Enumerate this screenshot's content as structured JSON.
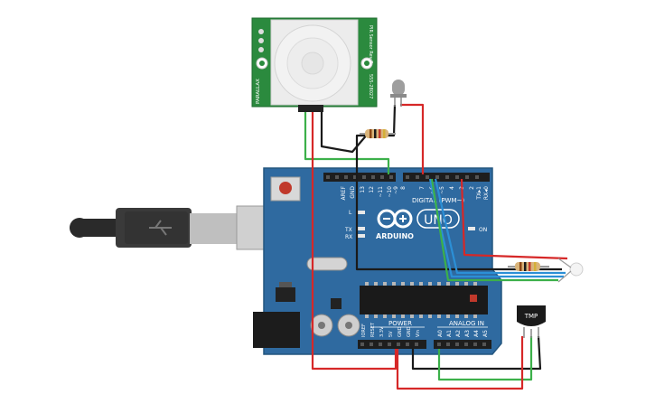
{
  "pir": {
    "brand": "PARALLAX",
    "model": "PIR Sensor Rev B",
    "part": "555-28027"
  },
  "arduino": {
    "logo": "ARDUINO",
    "model": "UNO",
    "on_label": "ON",
    "aref": "AREF",
    "gnd": "GND",
    "digital_label": "DIGITAL (PWM~)",
    "digital_pins": [
      "13",
      "12",
      "~11",
      "~10",
      "~9",
      "8",
      "7",
      "~6",
      "~5",
      "4",
      "~3",
      "2",
      "TX▸1",
      "RX◂0"
    ],
    "led_l": "L",
    "led_tx": "TX",
    "led_rx": "RX",
    "power_label": "POWER",
    "power_pins": [
      "IOREF",
      "RESET",
      "3.3V",
      "5V",
      "GND",
      "GND",
      "Vin"
    ],
    "analog_label": "ANALOG IN",
    "analog_pins": [
      "A0",
      "A1",
      "A2",
      "A3",
      "A4",
      "A5"
    ]
  },
  "tmp": {
    "label": "TMP"
  },
  "colors": {
    "board": "#2f6aa0",
    "wire_red": "#d62828",
    "wire_green": "#3cb04a",
    "wire_black": "#1a1a1a",
    "wire_blue": "#2b8fd6",
    "pir_pcb": "#2b8a3e"
  }
}
